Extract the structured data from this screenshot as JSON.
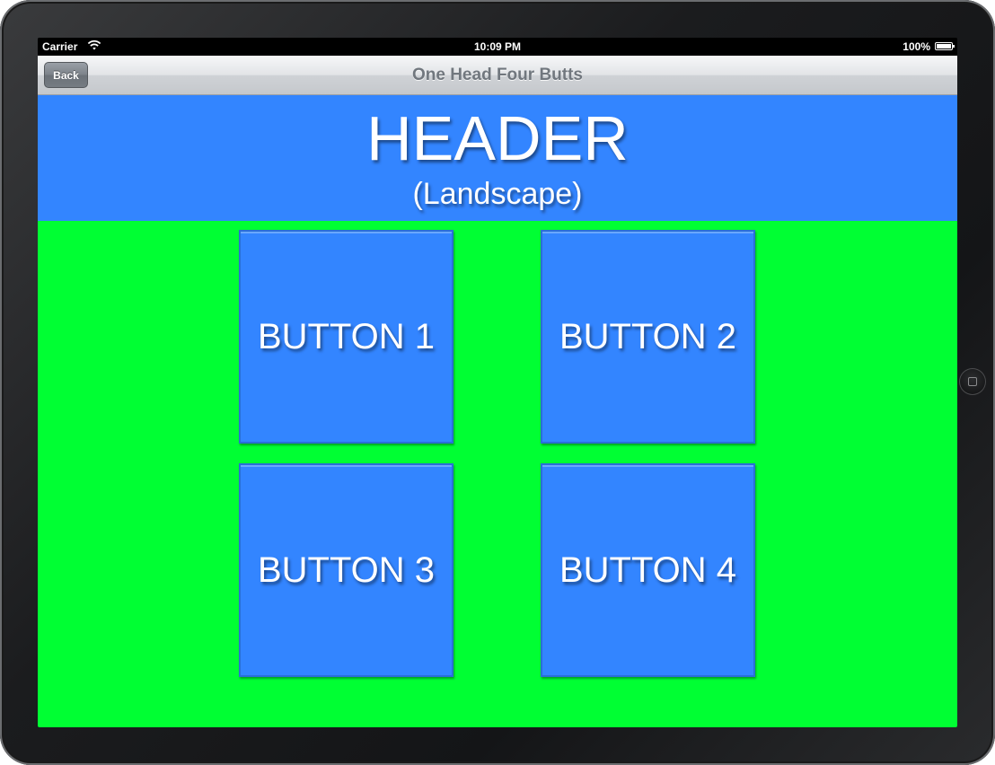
{
  "status_bar": {
    "carrier": "Carrier",
    "time": "10:09 PM",
    "battery": "100%"
  },
  "nav": {
    "back_label": "Back",
    "title": "One Head Four Butts"
  },
  "header": {
    "title": "HEADER",
    "subtitle": "(Landscape)"
  },
  "buttons": [
    {
      "label": "BUTTON 1"
    },
    {
      "label": "BUTTON 2"
    },
    {
      "label": "BUTTON 3"
    },
    {
      "label": "BUTTON 4"
    }
  ],
  "colors": {
    "header_bg": "#3385ff",
    "content_bg": "#00ff33",
    "button_bg": "#3385ff"
  }
}
